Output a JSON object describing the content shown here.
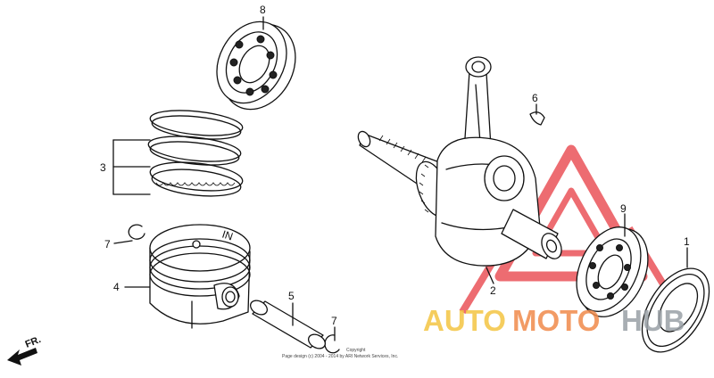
{
  "callouts": [
    {
      "id": "part-1",
      "label": "1"
    },
    {
      "id": "part-2",
      "label": "2"
    },
    {
      "id": "part-3",
      "label": "3"
    },
    {
      "id": "part-4",
      "label": "4"
    },
    {
      "id": "part-5",
      "label": "5"
    },
    {
      "id": "part-6",
      "label": "6"
    },
    {
      "id": "part-7a",
      "label": "7"
    },
    {
      "id": "part-7b",
      "label": "7"
    },
    {
      "id": "part-8",
      "label": "8"
    },
    {
      "id": "part-9",
      "label": "9"
    }
  ],
  "piston_marking": "IN",
  "direction_label": "FR.",
  "copyright_line1": "Copyright",
  "copyright_line2": "Page design (c) 2004 - 2014 by ARI Network Services, Inc.",
  "watermark": {
    "part1": "AUTO",
    "part2": "MOTO",
    "part3": "HUB",
    "color_auto": "#f4c542",
    "color_moto": "#f08a4b",
    "color_hub": "#9aa0a6",
    "triangle_color": "#e8434a"
  }
}
